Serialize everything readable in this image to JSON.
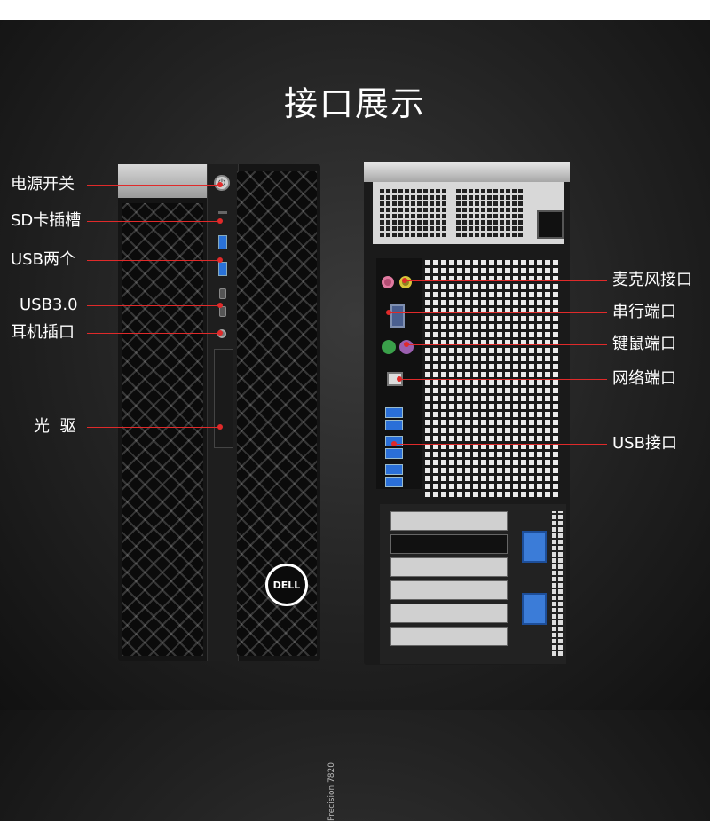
{
  "title": "接口展示",
  "brand_logo": "DELL",
  "model_text": "Precision 7820",
  "front_labels": [
    "电源开关",
    "SD卡插槽",
    "USB两个",
    "USB3.0",
    "耳机插口",
    "光  驱"
  ],
  "rear_labels": [
    "麦克风接口",
    "串行端口",
    "键鼠端口",
    "网络端口",
    "USB接口"
  ],
  "colors": {
    "callout_line": "#e02a2a",
    "usb_port": "#2a6fd8",
    "mic_jack": "#e07aa0",
    "line_in_jack": "#d8c53a",
    "keyboard_ps2": "#9b5fb0",
    "mouse_ps2": "#3aa04a",
    "latch": "#3b7cd8"
  }
}
